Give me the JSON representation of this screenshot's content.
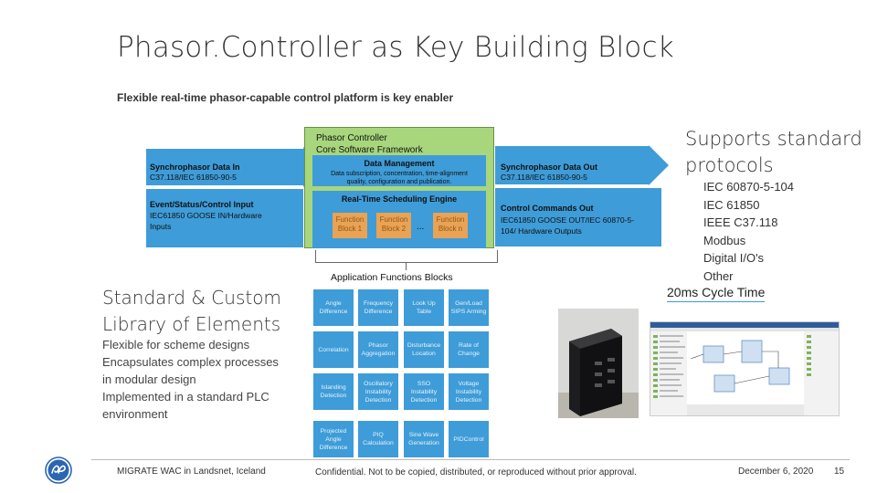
{
  "slide": {
    "title": "Phasor.Controller as Key Building Block",
    "subtitle": "Flexible real-time phasor-capable control platform is key enabler"
  },
  "inputs": {
    "sync_in_title": "Synchrophasor Data In",
    "sync_in_text": "C37.118/IEC 61850-90-5",
    "event_in_title": "Event/Status/Control Input",
    "event_in_line1": "IEC61850 GOOSE IN/Hardware",
    "event_in_line2": "Inputs"
  },
  "core": {
    "header_line1": "Phasor Controller",
    "header_line2": "Core Software Framework",
    "dm_title": "Data Management",
    "dm_line1": "Data subscription, concentration, time-alignment",
    "dm_line2": "quality, configuration and publication.",
    "rt_title": "Real-Time Scheduling Engine",
    "fb1": "Function Block 1",
    "fb2": "Function Block 2",
    "ellipsis": "...",
    "fbn": "Function Block n"
  },
  "outputs": {
    "sync_out_title": "Synchrophasor Data Out",
    "sync_out_text": "C37.118/IEC 61850-90-5",
    "ctrl_out_title": "Control Commands Out",
    "ctrl_out_line1": "IEC61850 GOOSE OUT/IEC 60870-5-",
    "ctrl_out_line2": "104/ Hardware Outputs"
  },
  "support": {
    "title_line1": "Supports standard",
    "title_line2": "protocols",
    "protocols": [
      "IEC 60870-5-104",
      "IEC 61850",
      "IEEE C37.118",
      "Modbus",
      "Digital I/O's",
      "Other"
    ],
    "cycle": "20ms Cycle Time"
  },
  "library": {
    "title_line1": "Standard & Custom",
    "title_line2": "Library of Elements",
    "lines": [
      "Flexible for scheme designs",
      "Encapsulates complex processes",
      "in modular design",
      "Implemented in a standard PLC",
      "environment"
    ]
  },
  "afb": {
    "title": "Application Functions Blocks",
    "cells": [
      [
        "Angle Difference",
        "Frequency Difference",
        "Look Up Table",
        "Gen/Load SIPS Arming"
      ],
      [
        "Correlation",
        "Phasor Aggregation",
        "Disturbance Location",
        "Rate of Change"
      ],
      [
        "Islanding Detection",
        "Oscillatory Instability Detection",
        "SSO Instability Detection",
        "Voltage Instability Detection"
      ],
      [
        "Projected Angle Difference",
        "PIQ Calculation",
        "Sine Wave Generation",
        "PIDControl"
      ]
    ]
  },
  "footer": {
    "left": "MIGRATE WAC in Landsnet, Iceland",
    "confidential": "Confidential. Not to be copied, distributed, or reproduced without prior approval.",
    "date": "December 6, 2020",
    "page": "15"
  },
  "colors": {
    "accent_blue": "#3e9cd8",
    "core_green": "#a8d67c",
    "function_orange": "#eaa254"
  }
}
